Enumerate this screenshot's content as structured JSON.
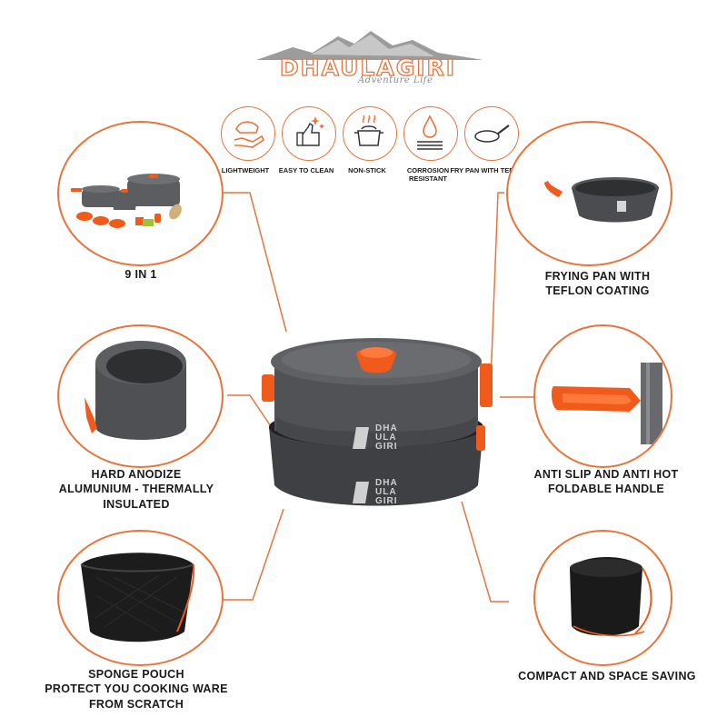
{
  "brand": {
    "name": "DHAULAGIRI",
    "tagline": "Adventure Life"
  },
  "features": [
    {
      "label": "LIGHTWEIGHT",
      "icon": "hand-weight-icon"
    },
    {
      "label": "EASY TO CLEAN",
      "icon": "sparkle-thumbs-up-icon"
    },
    {
      "label": "NON-STICK",
      "icon": "pot-icon"
    },
    {
      "label": "CORROSION RESISTANT",
      "icon": "water-drop-icon"
    },
    {
      "label": "FRY PAN WITH TEFLON",
      "icon": "frying-pan-icon"
    }
  ],
  "callouts": {
    "nine_in_one": "9 IN 1",
    "frying_pan": "FRYING PAN WITH\nTEFLON COATING",
    "hard_anodize": "HARD ANODIZE\nALUMUNIUM - THERMALLY\nINSULATED",
    "anti_slip": "ANTI SLIP AND ANTI HOT\nFOLDABLE HANDLE",
    "sponge_pouch": "SPONGE POUCH\nPROTECT YOU COOKING WARE\nFROM SCRATCH",
    "compact": "COMPACT AND SPACE SAVING"
  },
  "product_mark": {
    "lines": [
      "DHA",
      "ULA",
      "GIRI"
    ]
  },
  "colors": {
    "accent": "#e8743b",
    "pot": "#4a4c4f",
    "handle": "#f05a1a",
    "text": "#1a1a1a"
  }
}
